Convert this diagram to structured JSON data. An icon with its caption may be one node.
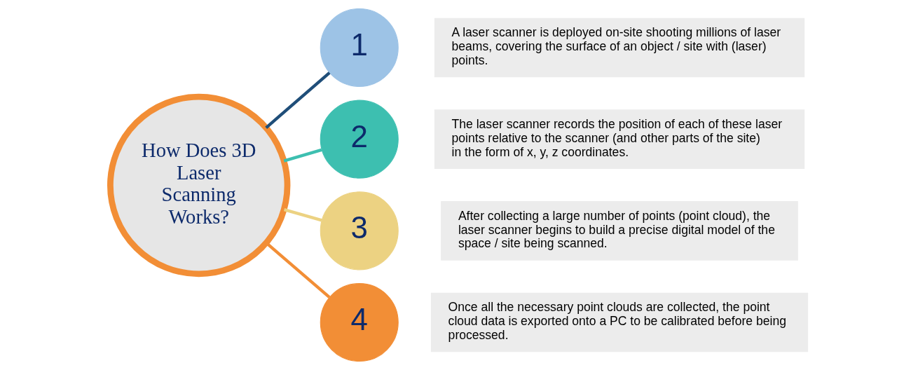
{
  "diagram": {
    "nodes": [
      {
        "text": [
          "How Does 3D Laser Scanning Works?"
        ]
      },
      {
        "text": [
          "1"
        ]
      },
      {
        "text": [
          "A laser scanner is deployed on-site shooting millions of laser beams, covering the surface of an object / site with (laser) points."
        ]
      },
      {
        "text": [
          "2"
        ]
      },
      {
        "text": [
          "The laser scanner records the position of each of these laser points relative to the scanner (and other parts of the site) in the form of x, y, z coordinates."
        ]
      },
      {
        "text": [
          "3"
        ]
      },
      {
        "text": [
          "After collecting a large number of points (point cloud), the laser scanner begins to build a precise digital model of the space / site being scanned."
        ]
      },
      {
        "text": [
          "4"
        ]
      },
      {
        "text": [
          "Once all the necessary point clouds are collected, the point cloud data is exported onto a PC to be calibrated before being processed."
        ]
      }
    ],
    "edges": [
      {
        "from": 0,
        "to": 1,
        "arrow": "none",
        "color": "#1f4e79"
      },
      {
        "from": 0,
        "to": 3,
        "arrow": "none",
        "color": "#3dbfb0"
      },
      {
        "from": 0,
        "to": 5,
        "arrow": "none",
        "color": "#ecd282"
      },
      {
        "from": 0,
        "to": 7,
        "arrow": "none",
        "color": "#f28e36"
      }
    ]
  }
}
